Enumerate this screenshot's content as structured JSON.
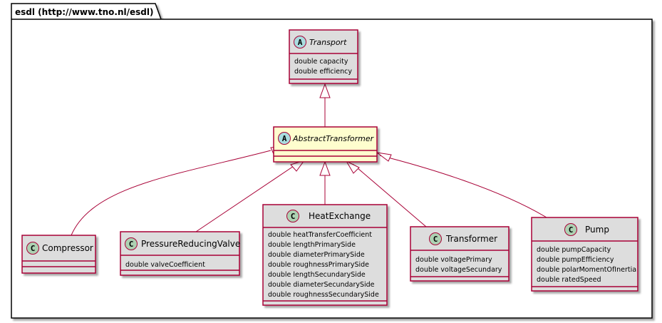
{
  "package": {
    "label": "esdl (http://www.tno.nl/esdl)"
  },
  "classes": {
    "transport": {
      "stereotype": "A",
      "name": "Transport",
      "attributes": [
        "double capacity",
        "double efficiency"
      ]
    },
    "abstract_transformer": {
      "stereotype": "A",
      "name": "AbstractTransformer",
      "attributes": []
    },
    "compressor": {
      "stereotype": "C",
      "name": "Compressor",
      "attributes": []
    },
    "pressure_reducing_valve": {
      "stereotype": "C",
      "name": "PressureReducingValve",
      "attributes": [
        "double valveCoefficient"
      ]
    },
    "heat_exchange": {
      "stereotype": "C",
      "name": "HeatExchange",
      "attributes": [
        "double heatTransferCoefficient",
        "double lengthPrimarySide",
        "double diameterPrimarySide",
        "double roughnessPrimarySide",
        "double lengthSecundarySide",
        "double diameterSecundarySide",
        "double roughnessSecundarySide"
      ]
    },
    "transformer": {
      "stereotype": "C",
      "name": "Transformer",
      "attributes": [
        "double voltagePrimary",
        "double voltageSecundary"
      ]
    },
    "pump": {
      "stereotype": "C",
      "name": "Pump",
      "attributes": [
        "double pumpCapacity",
        "double pumpEfficiency",
        "double polarMomentOfInertia",
        "double ratedSpeed"
      ]
    }
  },
  "colors": {
    "border": "#a80036",
    "class_fill": "#dddddd",
    "abstract_fill": "#fefece",
    "abstract_circle": "#a9dcdf",
    "class_circle": "#add1b2",
    "package_fill": "#ffffff",
    "edge": "#a80036"
  }
}
